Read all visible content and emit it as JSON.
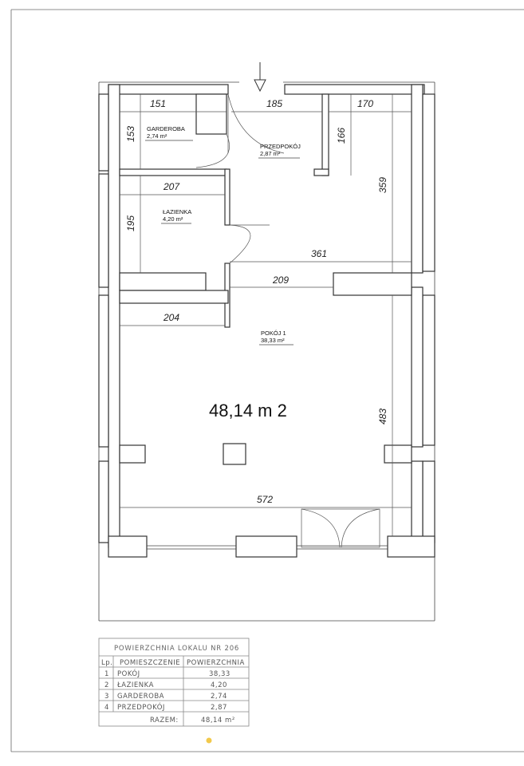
{
  "plan": {
    "total_area": "48,14 m 2",
    "dimensions": {
      "d151": "151",
      "d185": "185",
      "d170": "170",
      "d153": "153",
      "d166": "166",
      "d359": "359",
      "d207": "207",
      "d195": "195",
      "d361": "361",
      "d209": "209",
      "d204": "204",
      "d483": "483",
      "d572": "572"
    },
    "rooms": {
      "garderoba": {
        "name": "GARDEROBA",
        "area": "2,74 m²"
      },
      "przedpokoj": {
        "name": "PRZEDPOKÓJ",
        "area": "2,87 m²"
      },
      "lazienka": {
        "name": "ŁAZIENKA",
        "area": "4,20 m²"
      },
      "pokoj": {
        "name": "POKÓJ 1",
        "area": "38,33 m²"
      }
    }
  },
  "table": {
    "title": "POWIERZCHNIA LOKALU NR 206",
    "headers": {
      "lp": "Lp.",
      "room": "POMIESZCZENIE",
      "area": "POWIERZCHNIA"
    },
    "rows": [
      {
        "lp": "1",
        "room": "POKÓJ",
        "area": "38,33"
      },
      {
        "lp": "2",
        "room": "ŁAZIENKA",
        "area": "4,20"
      },
      {
        "lp": "3",
        "room": "GARDEROBA",
        "area": "2,74"
      },
      {
        "lp": "4",
        "room": "PRZEDPOKÓJ",
        "area": "2,87"
      }
    ],
    "total_label": "RAZEM:",
    "total_value": "48,14 m²"
  }
}
